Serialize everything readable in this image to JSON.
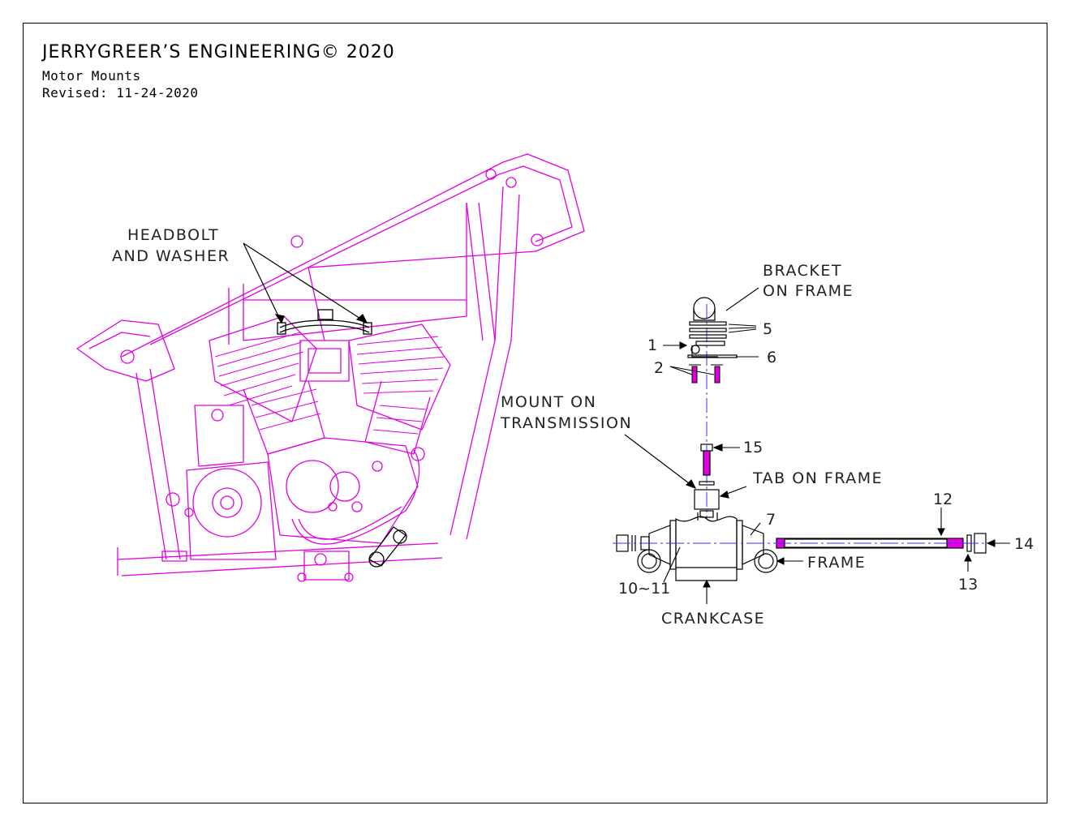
{
  "title_block": {
    "title": "JERRYGREER’S ENGINEERING© 2020",
    "subtitle": "Motor Mounts",
    "revised": "Revised: 11-24-2020"
  },
  "labels": {
    "headbolt_line1": "HEADBOLT",
    "headbolt_line2": "AND WASHER",
    "bracket_line1": "BRACKET",
    "bracket_line2": "ON FRAME",
    "mount_line1": "MOUNT ON",
    "mount_line2": "TRANSMISSION",
    "tab_on_frame": "TAB ON FRAME",
    "frame": "FRAME",
    "crankcase": "CRANKCASE"
  },
  "part_numbers": {
    "p1": "1",
    "p2": "2",
    "p5": "5",
    "p6": "6",
    "p7": "7",
    "p10_11": "10~11",
    "p12": "12",
    "p13": "13",
    "p14": "14",
    "p15": "15"
  },
  "colors": {
    "drawing": "#e000e0",
    "annotation": "#000000",
    "centerline": "#3030ff"
  }
}
